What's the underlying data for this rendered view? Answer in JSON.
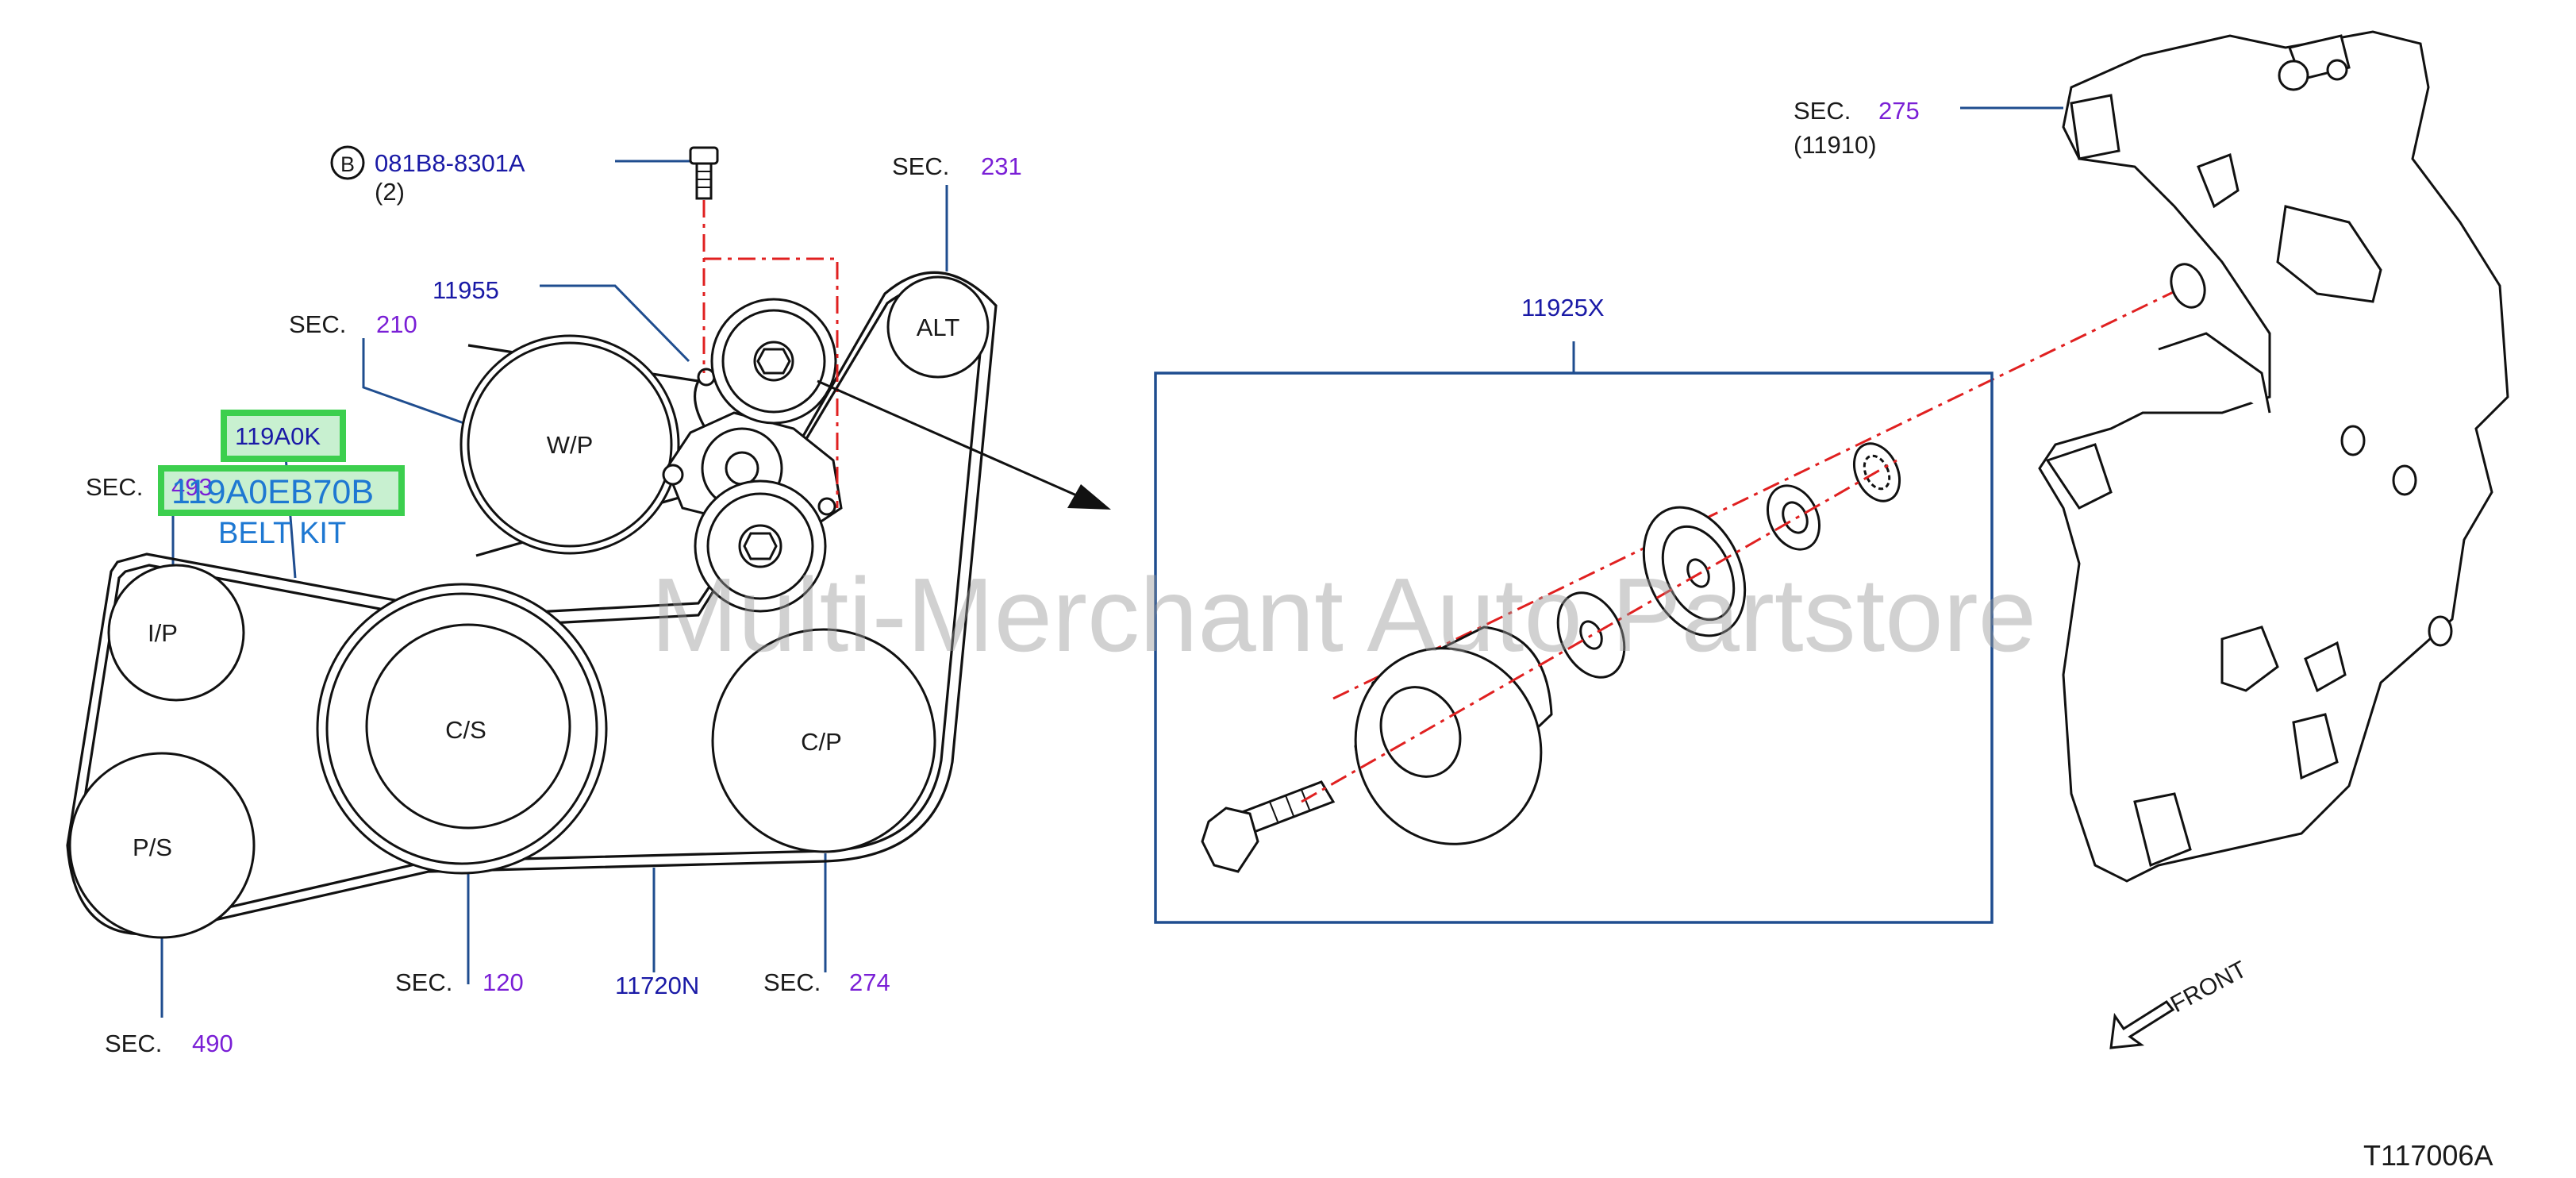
{
  "fastener": {
    "badge": "B",
    "part": "081B8-8301A",
    "qty": "(2)"
  },
  "tensioner_part": "11955",
  "belt_part": "11720N",
  "kit_part": "11925X",
  "highlighted": {
    "part1": "119A0K",
    "part2": "119A0EB70B",
    "kit_label": "BELT KIT"
  },
  "sec_prefix": "SEC.",
  "sections": {
    "wp": "210",
    "alt": "231",
    "ip": "493",
    "cs": "120",
    "cp": "274",
    "ps": "490",
    "bracket": "275"
  },
  "bracket_part": "(11910)",
  "pulleys": {
    "wp": "W/P",
    "alt": "ALT",
    "ip": "I/P",
    "cs": "C/S",
    "cp": "C/P",
    "ps": "P/S"
  },
  "front_label": "FRONT",
  "diagram_id": "T117006A",
  "watermark": "Multi-Merchant Auto Partstore",
  "colors": {
    "leader": "#1f4d8f",
    "part_number": "#1a1aa6",
    "section_number": "#7a1fd6",
    "highlight": "#3ccf4e",
    "guide_line": "#e02020"
  }
}
